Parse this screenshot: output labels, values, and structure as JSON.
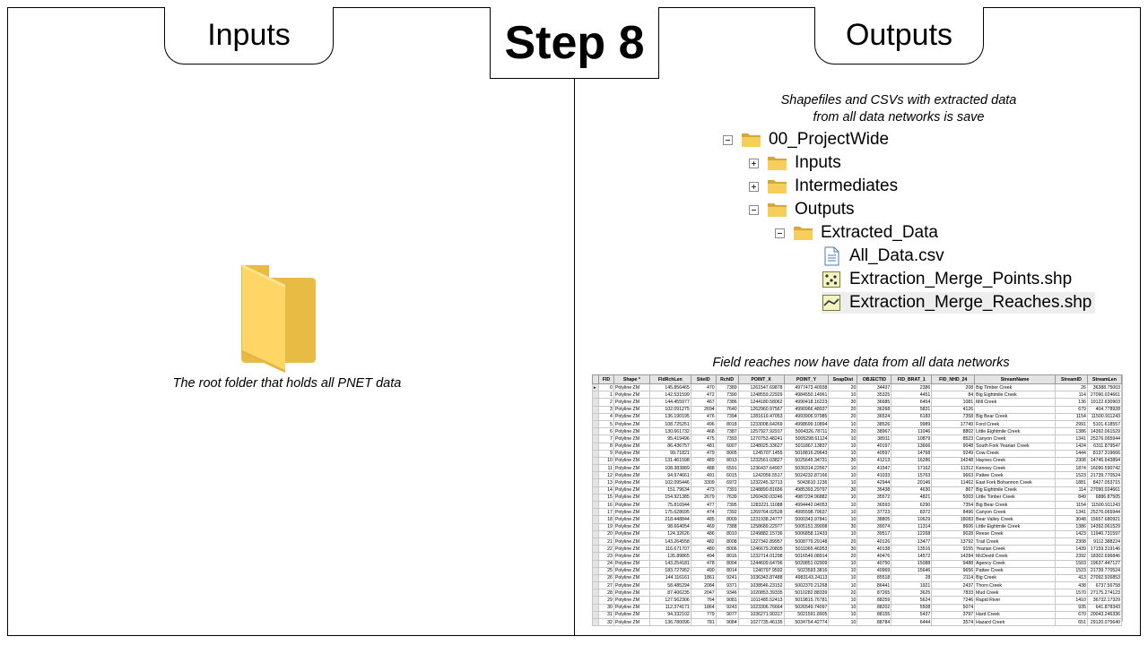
{
  "header": {
    "inputs_tab": "Inputs",
    "step_title": "Step 8",
    "outputs_tab": "Outputs"
  },
  "inputs": {
    "folder_icon": "folder-icon",
    "caption": "The root folder that holds all PNET data"
  },
  "outputs": {
    "shapefiles_caption_line1": "Shapefiles and CSVs with extracted data",
    "shapefiles_caption_line2": "from all data networks  is save",
    "tree": [
      {
        "label": "00_ProjectWide",
        "expander": "minus",
        "icon": "folder-icon"
      },
      {
        "label": "Inputs",
        "expander": "plus",
        "icon": "folder-icon"
      },
      {
        "label": "Intermediates",
        "expander": "plus",
        "icon": "folder-icon"
      },
      {
        "label": "Outputs",
        "expander": "minus",
        "icon": "folder-icon"
      },
      {
        "label": "Extracted_Data",
        "expander": "minus",
        "icon": "folder-icon"
      },
      {
        "label": "All_Data.csv",
        "icon": "csv-file-icon"
      },
      {
        "label": "Extraction_Merge_Points.shp",
        "icon": "point-shapefile-icon"
      },
      {
        "label": "Extraction_Merge_Reaches.shp",
        "icon": "line-shapefile-icon",
        "selected": true
      }
    ],
    "field_caption": "Field reaches now have data from all data networks",
    "table": {
      "columns": [
        "FID",
        "Shape *",
        "FldRchLen",
        "SiteID",
        "RchID",
        "POINT_X",
        "POINT_Y",
        "SnapDist",
        "OBJECTID",
        "FID_BRAT_1",
        "FID_NHD_24",
        "StreamName",
        "StreamID",
        "StreamLen"
      ],
      "rows": [
        [
          "0",
          "Polyline ZM",
          "145.856465",
          "470",
          "7389",
          "1261547.69878",
          "4977473.40938",
          "20",
          "34437",
          "2386",
          "208",
          "Big Timber Creek",
          "26",
          "36388.75003"
        ],
        [
          "1",
          "Polyline ZM",
          "142.531599",
          "472",
          "7390",
          "1248559.22929",
          "4984550.14961",
          "10",
          "35325",
          "4451",
          "84",
          "Big Eightmile Creek",
          "114",
          "27090.024661"
        ],
        [
          "2",
          "Polyline ZM",
          "144.455977",
          "467",
          "7386",
          "1244180.58062",
          "4990418.16223",
          "30",
          "36685",
          "6454",
          "1081",
          "Mill Creek",
          "136",
          "19122.630903"
        ],
        [
          "3",
          "Polyline ZM",
          "102.091275",
          "2694",
          "7640",
          "1262960.97567",
          "4990966.48937",
          "20",
          "36268",
          "5831",
          "4126",
          "",
          "679",
          "404.778928"
        ],
        [
          "4",
          "Polyline ZM",
          "136.190195",
          "476",
          "7394",
          "1281619.47053",
          "4993906.97985",
          "20",
          "36524",
          "6183",
          "7358",
          "Big Bear Creek",
          "1154",
          "11500.911243"
        ],
        [
          "5",
          "Polyline ZM",
          "108.725251",
          "496",
          "8018",
          "1233008.64269",
          "4998699.10894",
          "10",
          "38526",
          "9989",
          "17749",
          "Ford Creek",
          "2991",
          "5101.618557"
        ],
        [
          "6",
          "Polyline ZM",
          "130.661732",
          "468",
          "7387",
          "1257927.92917",
          "5004326.78711",
          "20",
          "38967",
          "11046",
          "8802",
          "Little Eightmile Creek",
          "1386",
          "14392.061529"
        ],
        [
          "7",
          "Polyline ZM",
          "95.419496",
          "475",
          "7393",
          "1270753.48241",
          "5005298.61124",
          "10",
          "38911",
          "10879",
          "8523",
          "Canyon Creek",
          "1341",
          "25276.065944"
        ],
        [
          "8",
          "Polyline ZM",
          "86.436757",
          "481",
          "6007",
          "1248025.33627",
          "5011867.13837",
          "10",
          "40197",
          "13666",
          "9048",
          "South Fork Yearian Creek",
          "1424",
          "6311.879547"
        ],
        [
          "9",
          "Polyline ZM",
          "99.71821",
          "479",
          "8005",
          "1245707.1455",
          "5018816.29643",
          "10",
          "40597",
          "14768",
          "9249",
          "Cow Creek",
          "1444",
          "8137.319666"
        ],
        [
          "10",
          "Polyline ZM",
          "131.461598",
          "489",
          "8013",
          "1232561.03827",
          "5025645.34731",
          "30",
          "41213",
          "16286",
          "14248",
          "Haynes Creek",
          "2308",
          "14745.643894"
        ],
        [
          "11",
          "Polyline ZM",
          "108.383889",
          "488",
          "6591",
          "1236437.64907",
          "5030314.22567",
          "10",
          "41547",
          "17162",
          "11312",
          "Kenney Creek",
          "1874",
          "16090.590742"
        ],
        [
          "12",
          "Polyline ZM",
          "94.974661",
          "491",
          "6015",
          "1242056.5517",
          "5024232.87166",
          "10",
          "41033",
          "15763",
          "9663",
          "Pattee Creek",
          "1523",
          "21739.770524"
        ],
        [
          "13",
          "Polyline ZM",
          "102.095446",
          "3309",
          "6972",
          "1232245.32713",
          "5043610.1236",
          "10",
          "42944",
          "20146",
          "11462",
          "East Fork Bohannon Creek",
          "1881",
          "8427.053715"
        ],
        [
          "14",
          "Polyline ZM",
          "151.79634",
          "473",
          "7391",
          "1248890.81656",
          "4985393.29797",
          "30",
          "35438",
          "4630",
          "867",
          "Big Eightmile Creek",
          "114",
          "27090.024661"
        ],
        [
          "15",
          "Polyline ZM",
          "154.921385",
          "2679",
          "7639",
          "1260430.03246",
          "4987234.96882",
          "10",
          "35572",
          "4821",
          "5003",
          "Little Timber Creek",
          "849",
          "6886.87505"
        ],
        [
          "16",
          "Polyline ZM",
          "75.816944",
          "477",
          "7395",
          "1283221.11088",
          "4994442.04053",
          "10",
          "36593",
          "6290",
          "7354",
          "Big Bear Creek",
          "1154",
          "11500.911243"
        ],
        [
          "17",
          "Polyline ZM",
          "175.628695",
          "474",
          "7392",
          "1269764.02528",
          "4995598.79637",
          "10",
          "37723",
          "8372",
          "8496",
          "Canyon Creek",
          "1341",
          "25276.065944"
        ],
        [
          "18",
          "Polyline ZM",
          "218.448844",
          "485",
          "8009",
          "1231938.24777",
          "5000343.97841",
          "10",
          "38805",
          "10629",
          "18083",
          "Bear Valley Creek",
          "3048",
          "15657.680921"
        ],
        [
          "19",
          "Polyline ZM",
          "98.664054",
          "469",
          "7388",
          "1258689.22977",
          "5005151.39008",
          "30",
          "39074",
          "11314",
          "8606",
          "Little Eightmile Creek",
          "1386",
          "14392.061529"
        ],
        [
          "20",
          "Polyline ZM",
          "124.32626",
          "486",
          "8010",
          "1249882.15736",
          "5006858.12433",
          "10",
          "39517",
          "12268",
          "9028",
          "Reese Creek",
          "1423",
          "11940.731597"
        ],
        [
          "21",
          "Polyline ZM",
          "143.264558",
          "482",
          "8008",
          "1227342.89957",
          "5008779.29148",
          "20",
          "40126",
          "13477",
          "13792",
          "Trail Creek",
          "2308",
          "9112.388224"
        ],
        [
          "22",
          "Polyline ZM",
          "116.671707",
          "480",
          "8006",
          "1246679.20805",
          "5011065.46953",
          "30",
          "40138",
          "13516",
          "9155",
          "Yearian Creek",
          "1439",
          "17159.319146"
        ],
        [
          "23",
          "Polyline ZM",
          "135.89865",
          "494",
          "8016",
          "1232714.01298",
          "5016549.08914",
          "20",
          "40476",
          "14572",
          "14284",
          "McDevitt Creek",
          "2392",
          "18302.696846"
        ],
        [
          "24",
          "Polyline ZM",
          "143.254181",
          "478",
          "8004",
          "1244609.64796",
          "5020851.02909",
          "10",
          "40750",
          "15088",
          "9488",
          "Agency Creek",
          "1503",
          "19637.447127"
        ],
        [
          "25",
          "Polyline ZM",
          "183.727952",
          "490",
          "8014",
          "1240797.9592",
          "5023593.3816",
          "10",
          "40969",
          "15646",
          "9656",
          "Pattee Creek",
          "1523",
          "21739.770524"
        ],
        [
          "26",
          "Polyline ZM",
          "144.116161",
          "1861",
          "9241",
          "1036343.87488",
          "4983143.24113",
          "10",
          "85518",
          "28",
          "2114",
          "Big Creek",
          "413",
          "27092.926853"
        ],
        [
          "27",
          "Polyline ZM",
          "58.485294",
          "2084",
          "9371",
          "1038546.23152",
          "5002370.21268",
          "10",
          "86441",
          "1921",
          "2437",
          "Thorn Creek",
          "438",
          "6737.56758"
        ],
        [
          "28",
          "Polyline ZM",
          "87.406235",
          "2047",
          "9346",
          "1020853.39335",
          "5010282.88339",
          "20",
          "87265",
          "3625",
          "7833",
          "Mud Creek",
          "1570",
          "27175.274123"
        ],
        [
          "29",
          "Polyline ZM",
          "127.562306",
          "764",
          "9081",
          "1011485.52413",
          "5019815.76781",
          "10",
          "88259",
          "5624",
          "7246",
          "Rapid River",
          "1410",
          "36732.17329"
        ],
        [
          "30",
          "Polyline ZM",
          "112.374171",
          "1864",
          "9243",
          "1023306.76664",
          "5026549.74097",
          "10",
          "88202",
          "5508",
          "5074",
          "",
          "935",
          "641.878343"
        ],
        [
          "31",
          "Polyline ZM",
          "94.332102",
          "779",
          "9077",
          "1036271.90317",
          "5021591.8905",
          "10",
          "88155",
          "5437",
          "3797",
          "Hard Creek",
          "670",
          "20043.246336"
        ],
        [
          "32",
          "Polyline ZM",
          "136.780096",
          "781",
          "9084",
          "1027735.46135",
          "5034754.42774",
          "10",
          "88784",
          "6444",
          "3574",
          "Hazard Creek",
          "651",
          "29120.075640"
        ]
      ]
    }
  }
}
